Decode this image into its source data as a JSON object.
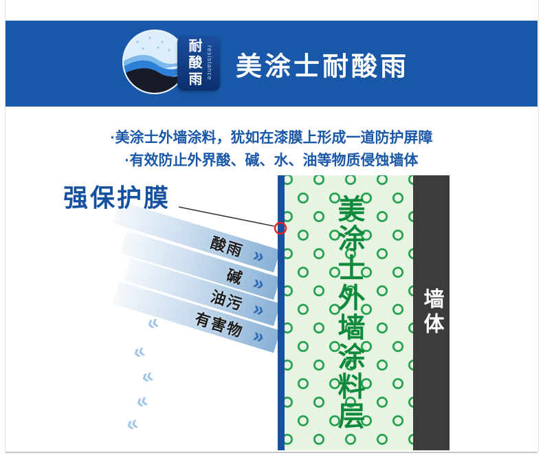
{
  "colors": {
    "accent_blue": "#1957a8",
    "badge_blue": "#0c2f6d",
    "film_blue": "#17509e",
    "band_blue": "#9ec0e0",
    "chevron_dark": "#2f6db5",
    "chevron_light": "#a4c6e6",
    "coating_bg": "#e6f4e1",
    "coating_ring": "#22a04e",
    "coating_text": "#0f8a3d",
    "wall_bg": "#3c3c3c",
    "pointer_red": "#e8221e"
  },
  "header": {
    "title": "美涂士耐酸雨",
    "badge_label": "耐酸雨",
    "badge_side_label": "resistance"
  },
  "description": {
    "line1": "·美涂士外墙涂料，犹如在漆膜上形成一道防护屏障",
    "line2": "·有效防止外界酸、碱、水、油等物质侵蚀墙体"
  },
  "diagram": {
    "film_label": "强保护膜",
    "bands": [
      {
        "label": "酸雨"
      },
      {
        "label": "碱"
      },
      {
        "label": "油污"
      },
      {
        "label": "有害物"
      }
    ],
    "coating_label": "美涂士外墙涂料层",
    "wall_label": "墙体"
  },
  "icons": {
    "chevron_right": "»",
    "chevron_left": "«"
  }
}
